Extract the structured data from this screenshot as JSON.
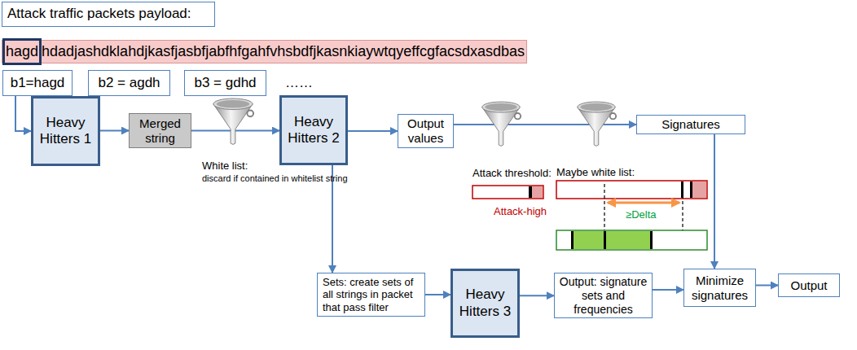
{
  "diagram": {
    "nodes": [
      {
        "text": [
          "Attack traffic packets payload:"
        ]
      },
      {
        "text": [
          "hdadjashdklahdjkasfjasbfjabfhfgahfvhsbdfjkasnkiaywtqyeffcgfacsdxasdbas"
        ]
      },
      {
        "text": [
          "hagd"
        ],
        "in": 1
      },
      {
        "text": [
          "b1=hagd"
        ]
      },
      {
        "text": [
          "b2 = agdh"
        ]
      },
      {
        "text": [
          "b3 = gdhd"
        ]
      },
      {
        "text": [
          "Heavy Hitters 1"
        ]
      },
      {
        "text": [
          "Merged string"
        ]
      },
      {
        "text": [
          "Heavy Hitters 2"
        ]
      },
      {
        "text": [
          "Output values"
        ]
      },
      {
        "text": [
          "Signatures"
        ]
      },
      {
        "text": [
          "Sets: create sets of all strings in packet that pass filter"
        ]
      },
      {
        "text": [
          "Heavy Hitters 3"
        ]
      },
      {
        "text": [
          "Output: signature sets and frequencies"
        ]
      },
      {
        "text": [
          "Minimize signatures"
        ]
      },
      {
        "text": [
          "Output"
        ]
      }
    ],
    "edges": [
      {
        "from": 3,
        "to": 6,
        "arrow": "to"
      },
      {
        "from": 6,
        "to": 7,
        "arrow": "to"
      },
      {
        "from": 7,
        "to": 8,
        "arrow": "to"
      },
      {
        "from": 8,
        "to": 9,
        "arrow": "to"
      },
      {
        "from": 9,
        "to": 10,
        "arrow": "to"
      },
      {
        "from": 8,
        "to": 11,
        "arrow": "to"
      },
      {
        "from": 11,
        "to": 12,
        "arrow": "to"
      },
      {
        "from": 12,
        "to": 13,
        "arrow": "to"
      },
      {
        "from": 13,
        "to": 14,
        "arrow": "to"
      },
      {
        "from": 10,
        "to": 14,
        "arrow": "to"
      },
      {
        "from": 14,
        "to": 15,
        "arrow": "to"
      }
    ],
    "labels": [
      "……",
      "White list:",
      "discard if contained in whitelist string",
      "Attack threshold:",
      "Attack-high",
      "Maybe white list:",
      "≥Delta"
    ]
  }
}
